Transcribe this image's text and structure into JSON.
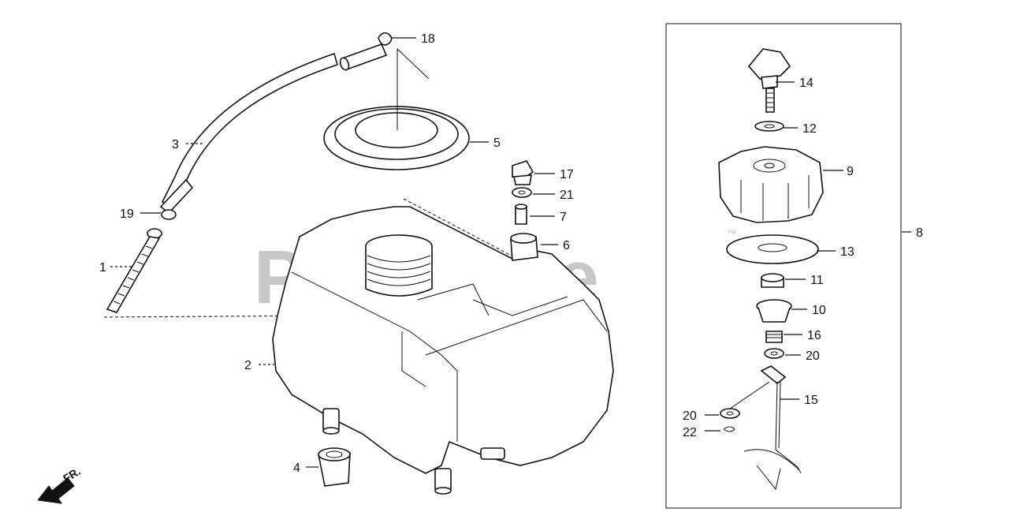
{
  "watermark": {
    "text": "PartsTree",
    "mark": "™"
  },
  "direction_marker": {
    "text": "FR."
  },
  "callouts": {
    "c1": "1",
    "c2": "2",
    "c3": "3",
    "c4": "4",
    "c5": "5",
    "c6": "6",
    "c7": "7",
    "c8": "8",
    "c9": "9",
    "c10": "10",
    "c11": "11",
    "c12": "12",
    "c13": "13",
    "c14": "14",
    "c15": "15",
    "c16": "16",
    "c17": "17",
    "c18": "18",
    "c19": "19",
    "c20a": "20",
    "c20b": "20",
    "c21": "21",
    "c22": "22"
  },
  "icons": {
    "direction": "arrow-left-down-icon"
  },
  "colors": {
    "line": "#111111",
    "watermark": "#9a9a9a",
    "background": "#ffffff"
  }
}
